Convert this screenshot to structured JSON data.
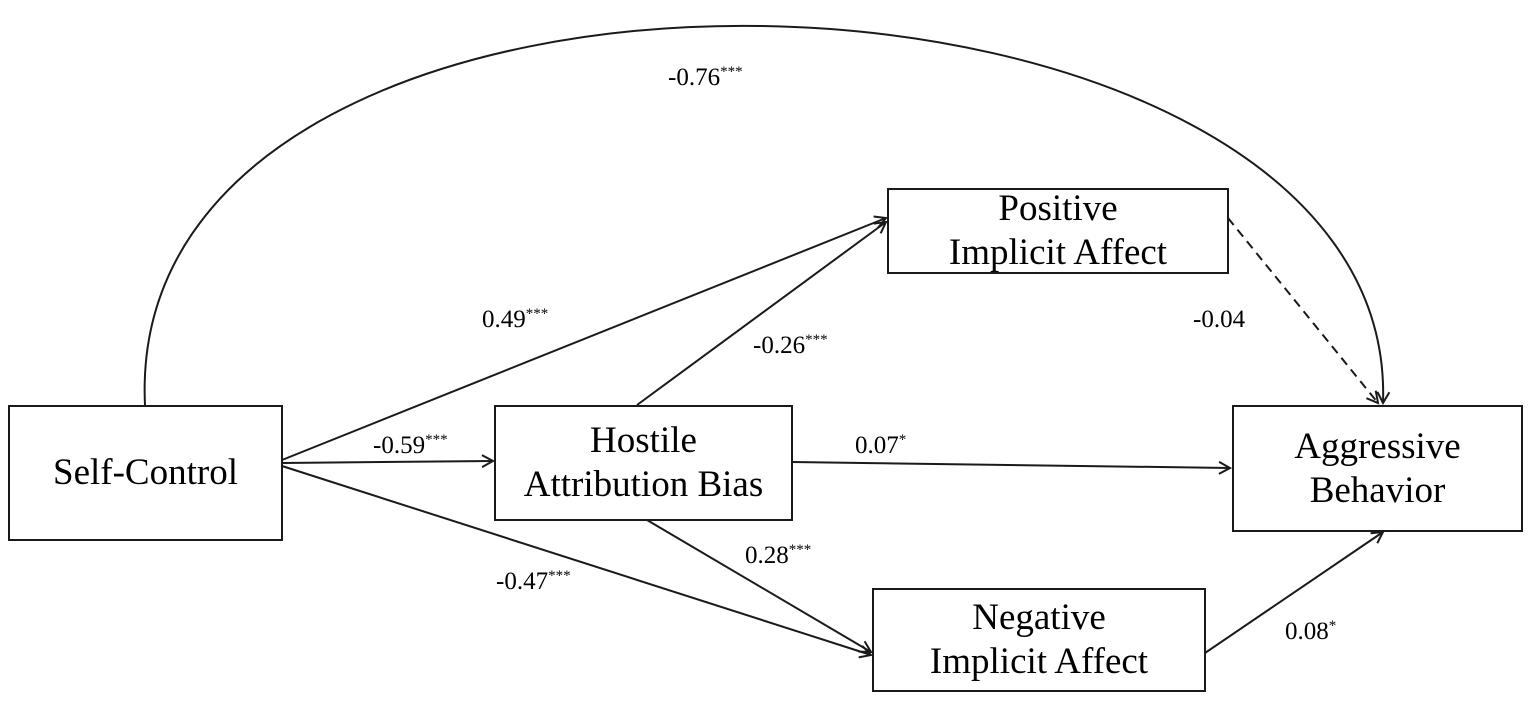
{
  "nodes": {
    "self_control": {
      "lines": [
        "Self-Control"
      ]
    },
    "hostile": {
      "lines": [
        "Hostile",
        "Attribution Bias"
      ]
    },
    "positive": {
      "lines": [
        "Positive",
        "Implicit Affect"
      ]
    },
    "negative": {
      "lines": [
        "Negative",
        "Implicit Affect"
      ]
    },
    "aggressive": {
      "lines": [
        "Aggressive",
        "Behavior"
      ]
    }
  },
  "paths": {
    "sc_ab": {
      "coef": "-0.76",
      "sig": "***",
      "style": "solid"
    },
    "sc_pos": {
      "coef": "0.49",
      "sig": "***",
      "style": "solid"
    },
    "sc_hab": {
      "coef": "-0.59",
      "sig": "***",
      "style": "solid"
    },
    "sc_neg": {
      "coef": "-0.47",
      "sig": "***",
      "style": "solid"
    },
    "hab_pos": {
      "coef": "-0.26",
      "sig": "***",
      "style": "solid"
    },
    "hab_ab": {
      "coef": "0.07",
      "sig": "*",
      "style": "solid"
    },
    "hab_neg": {
      "coef": "0.28",
      "sig": "***",
      "style": "solid"
    },
    "pos_ab": {
      "coef": "-0.04",
      "sig": "",
      "style": "dashed"
    },
    "neg_ab": {
      "coef": "0.08",
      "sig": "*",
      "style": "solid"
    }
  }
}
